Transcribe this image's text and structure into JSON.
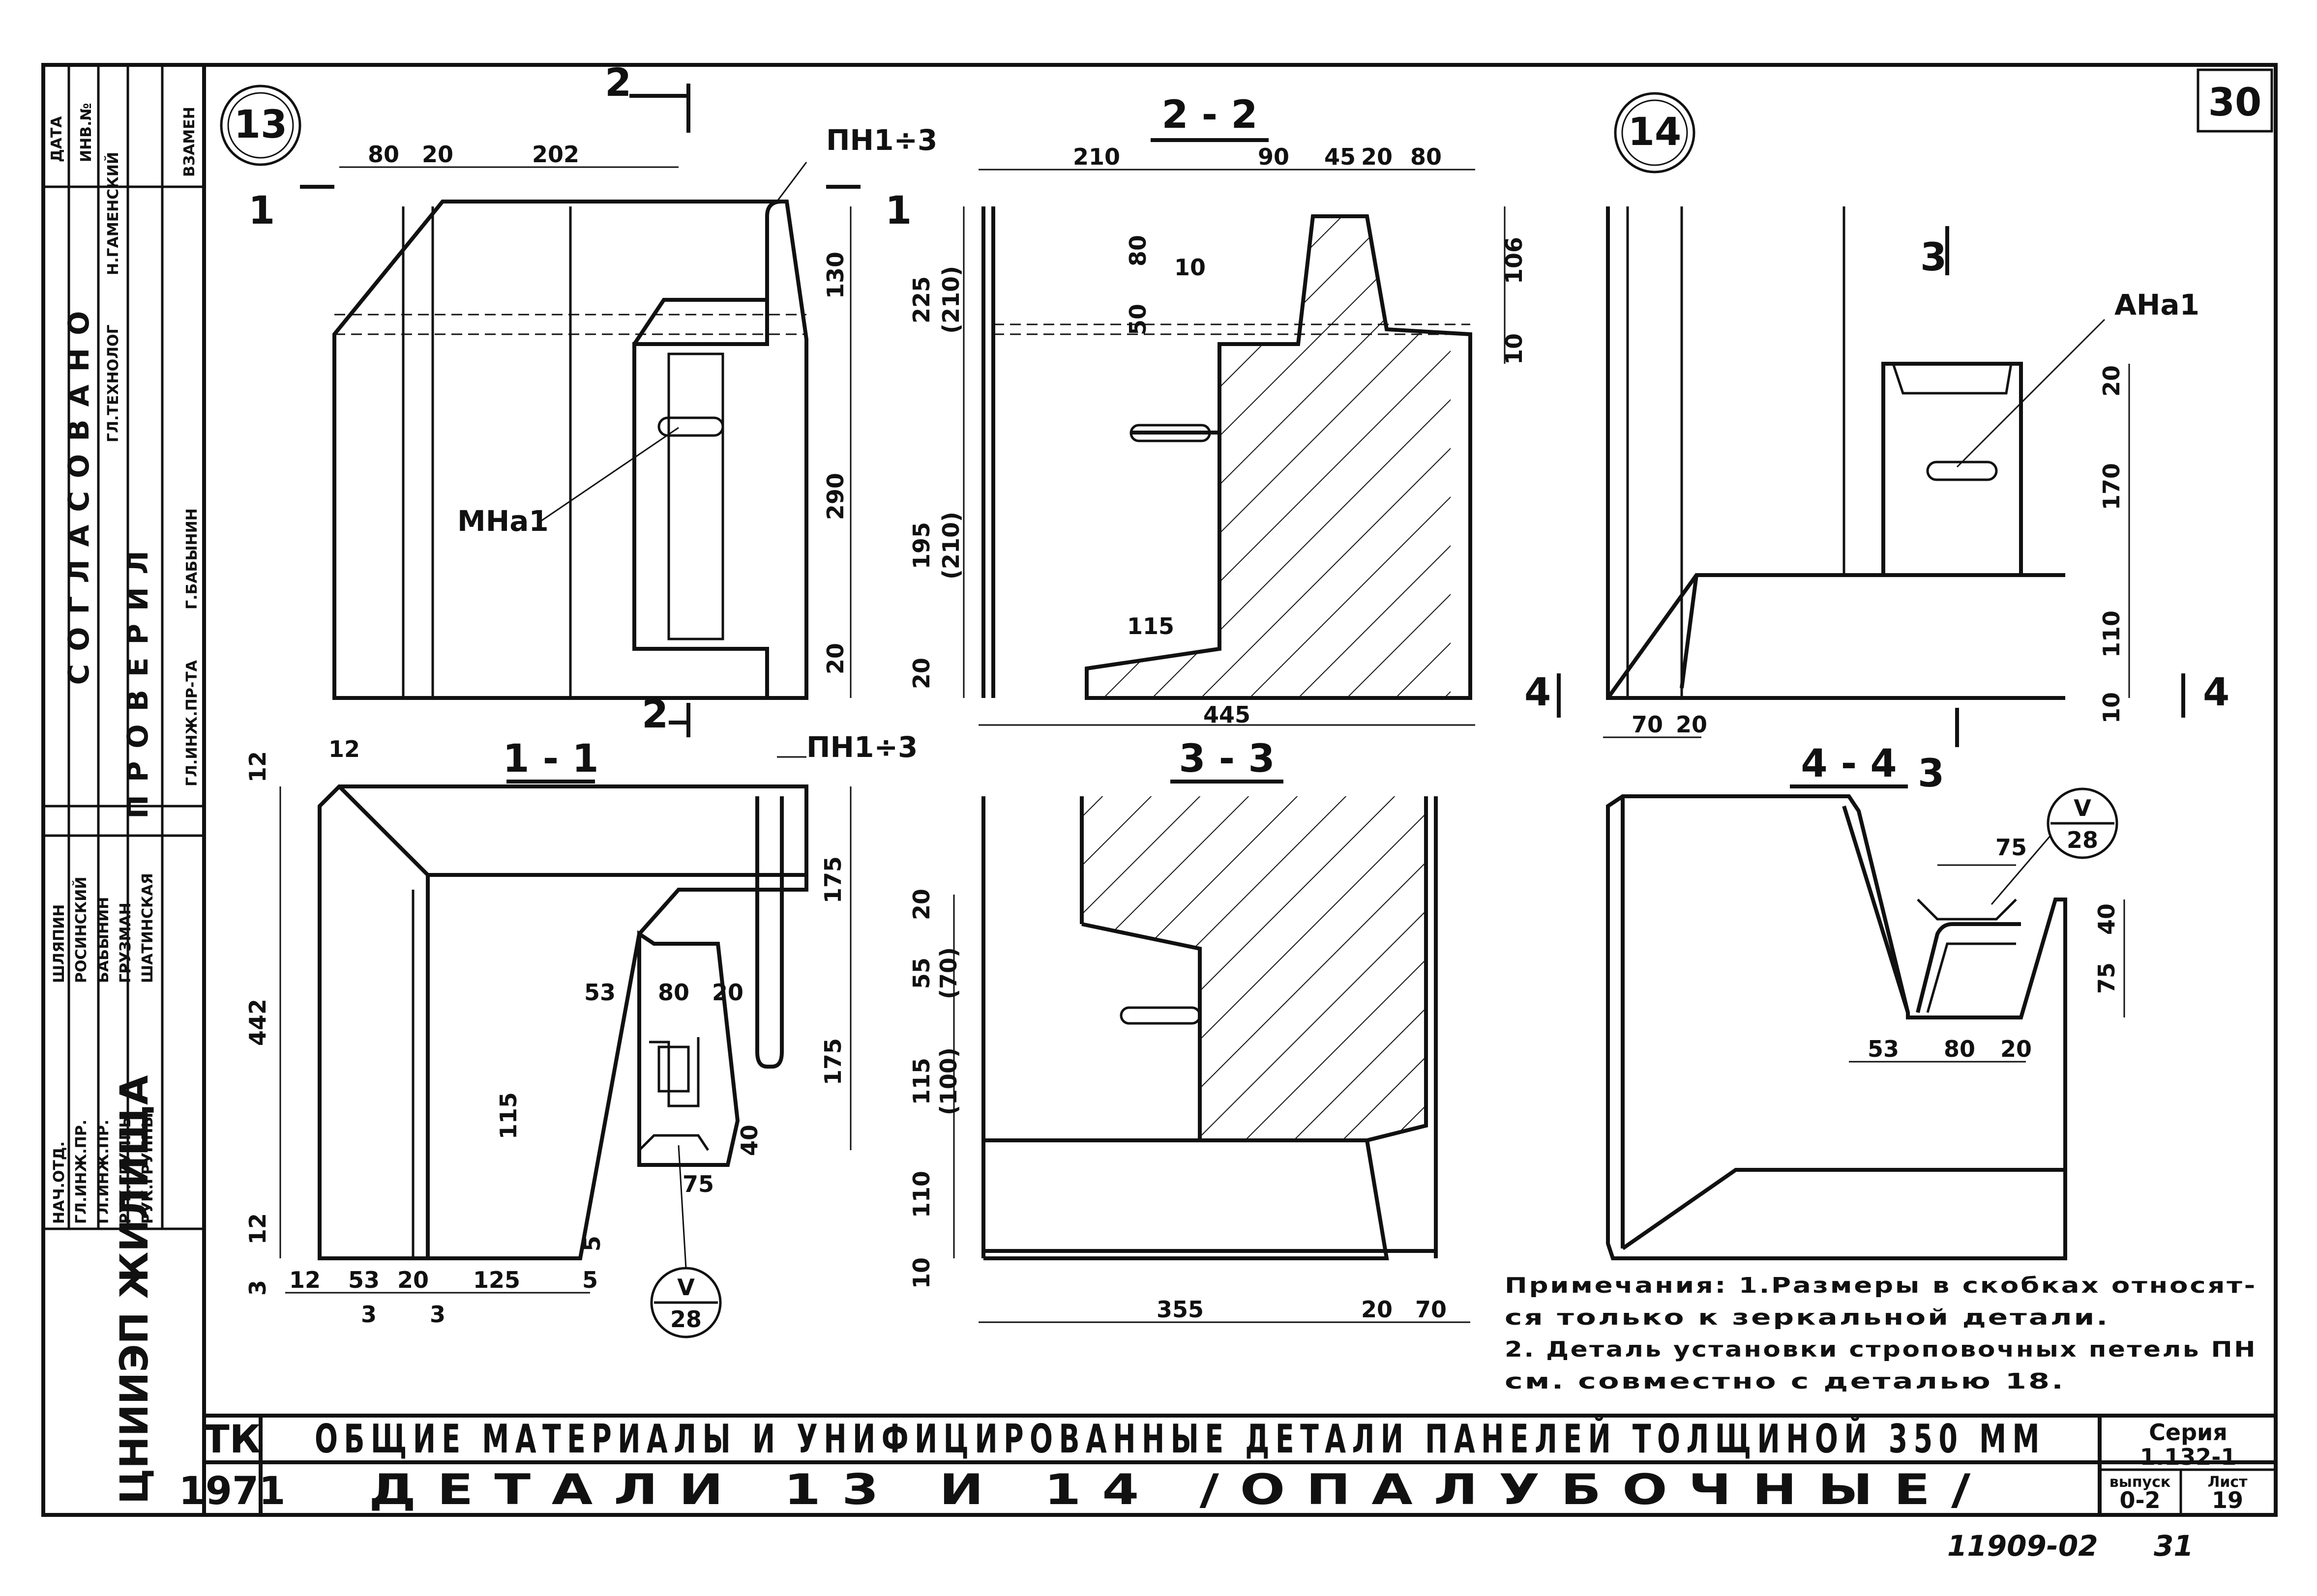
{
  "sheet": {
    "page_number": "30",
    "designation": "ТК",
    "year": "1971",
    "title_line1": "ОБЩИЕ МАТЕРИАЛЫ И УНИФИЦИРОВАННЫЕ ДЕТАЛИ ПАНЕЛЕЙ ТОЛЩИНОЙ 350 ММ",
    "title_line2": "ДЕТАЛИ 13 И 14 /ОПАЛУБОЧНЫЕ/",
    "series_label": "Серия",
    "series_value": "1.132-1",
    "issue_label": "выпуск",
    "issue_value": "0-2",
    "sheet_label": "Лист",
    "sheet_value": "19",
    "archive_number": "11909-02",
    "archive_page": "31",
    "org_name": "ЦНИИЭП ЖИЛИЩА"
  },
  "stamp": {
    "agreed": "СОГЛАСОВАНО",
    "checked": "ПРОВЕРИЛ",
    "roles": [
      "НАЧ.ОТД.",
      "ГЛ.ИНЖ.ПР.",
      "ГЛ.ИНЖ.ПР.",
      "РУК.ГРУППЫ",
      "РУК.ГРУППЫ"
    ],
    "names": [
      "ШЛЯПИН",
      "РОСИНСКИЙ",
      "БАБЫНИН",
      "ГРУЗМАН",
      "ШАТИНСКАЯ"
    ],
    "tech": "ГЛ.ТЕХНОЛОГ",
    "tech_name": "Н.ГАМЕНСКИЙ",
    "engineer": "ГЛ.ИНЖ.ПР-ТА",
    "engineer_name": "Г.БАБЫНИН",
    "cols": [
      "ДАТА",
      "ИНВ.№",
      "ВЗАМЕН"
    ]
  },
  "views": {
    "d13": {
      "tag": "13",
      "cut1": "1",
      "cut2": "2",
      "loop": "ПН1÷3",
      "mna": "МНа1",
      "dims": [
        "80",
        "20",
        "202",
        "130",
        "290",
        "20"
      ]
    },
    "s22": {
      "title": "2 - 2",
      "dims": [
        "210",
        "90",
        "45",
        "20",
        "80",
        "80",
        "10",
        "50",
        "106",
        "10",
        "225",
        "(210)",
        "195",
        "(210)",
        "115",
        "20",
        "445"
      ]
    },
    "d14": {
      "tag": "14",
      "cut3": "3",
      "cut4": "4",
      "ana": "АНа1",
      "dims": [
        "20",
        "170",
        "110",
        "10",
        "70",
        "20"
      ]
    },
    "s11": {
      "title": "1 - 1",
      "loop": "ПН1÷3",
      "ref_top": "V",
      "ref_bottom": "28",
      "dims": [
        "12",
        "12",
        "442",
        "175",
        "175",
        "53",
        "80",
        "20",
        "115",
        "40",
        "75",
        "12",
        "3",
        "12",
        "53",
        "20",
        "125",
        "5",
        "5",
        "3",
        "3"
      ]
    },
    "s33": {
      "title": "3 - 3",
      "dims": [
        "20",
        "55",
        "(70)",
        "115",
        "(100)",
        "110",
        "10",
        "355",
        "20",
        "70"
      ]
    },
    "s44": {
      "title": "4 - 4",
      "ref_top": "V",
      "ref_bottom": "28",
      "dims": [
        "75",
        "40",
        "75",
        "53",
        "80",
        "20"
      ]
    }
  },
  "notes": {
    "line1": "Примечания: 1.Размеры в скобках относят-",
    "line2": "ся только к зеркальной детали.",
    "line3": "2. Деталь установки строповочных петель ПН",
    "line4": "см. совместно с деталью 18."
  }
}
